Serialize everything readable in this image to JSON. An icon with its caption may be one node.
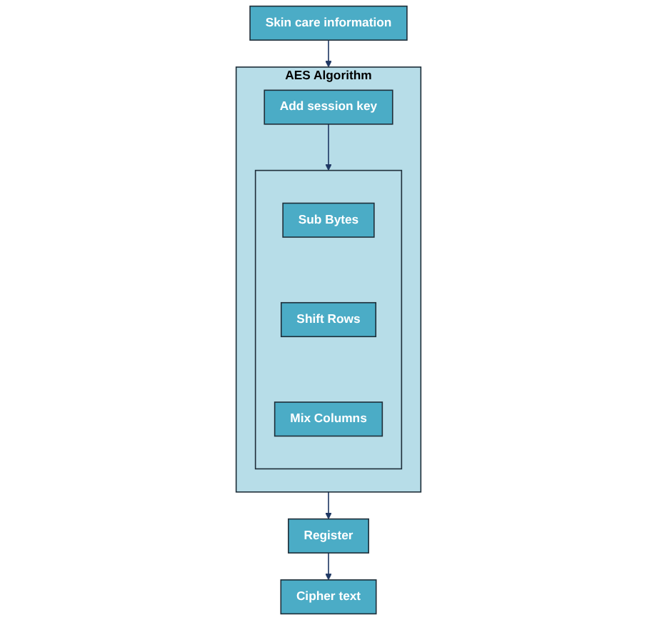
{
  "diagram": {
    "nodes": [
      {
        "text": [
          "Skin care information"
        ]
      },
      {
        "text": [
          "AES Algorithm"
        ]
      },
      {
        "text": [
          "Add session key"
        ],
        "in": 1
      },
      {
        "text": [],
        "shape": "box",
        "in": 1
      },
      {
        "text": [
          "Sub Bytes"
        ],
        "in": 3
      },
      {
        "text": [
          "Shift Rows"
        ],
        "in": 3
      },
      {
        "text": [
          "Mix Columns"
        ],
        "in": 3
      },
      {
        "text": [
          "Cipher text"
        ]
      },
      {
        "text": [
          "Register"
        ]
      }
    ],
    "edges": [
      {
        "from": 0,
        "to": 1,
        "arrow": "to"
      },
      {
        "from": 2,
        "to": 3,
        "arrow": "to"
      },
      {
        "from": 1,
        "to": 8,
        "arrow": "to"
      },
      {
        "from": 8,
        "to": 7,
        "arrow": "to"
      }
    ]
  }
}
